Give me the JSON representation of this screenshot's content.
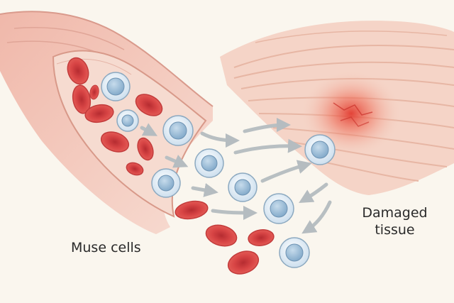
{
  "labels": {
    "muse_cells": "Muse cells",
    "damaged_line1": "Damaged",
    "damaged_line2": "tissue"
  },
  "colors": {
    "background": "#faf6ee",
    "vessel_wall": "#efc2b6",
    "vessel_lumen": "#f4d6cc",
    "red_cell": "#d94646",
    "red_cell_center": "#b82f33",
    "muse_cell_fill": "#dceaf4",
    "muse_cell_nucleus": "#8fb4d2",
    "arrow": "#b8bfc2",
    "tissue": "#f3cdbd",
    "injury": "#e24a3c"
  }
}
